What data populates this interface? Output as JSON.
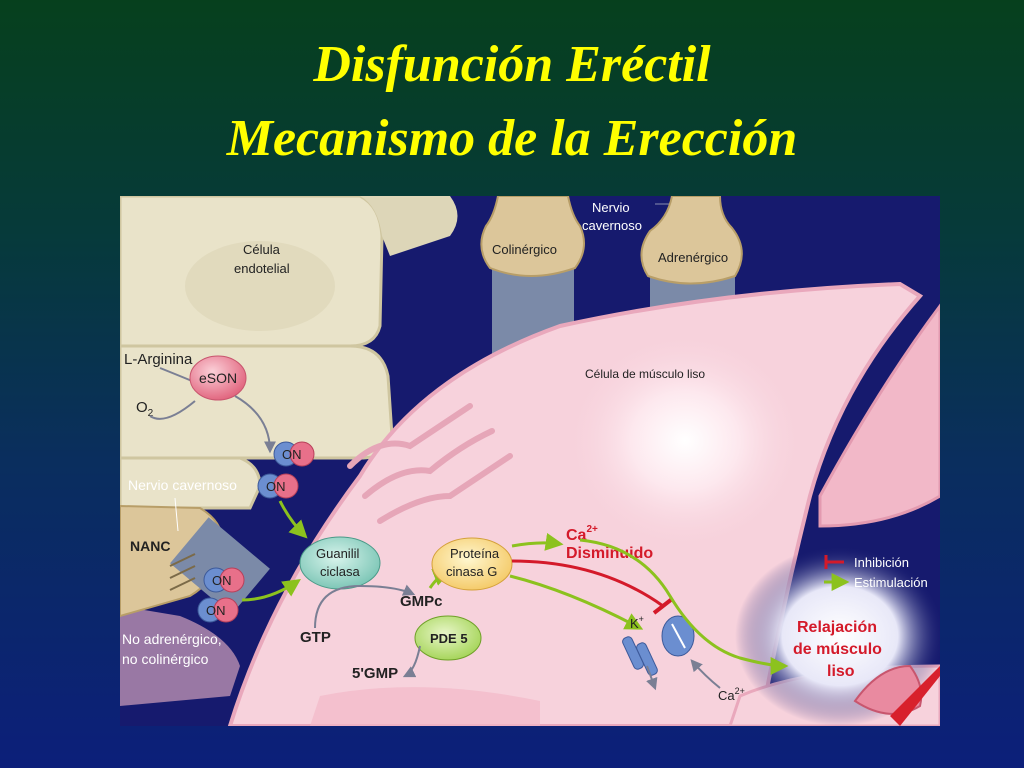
{
  "slide": {
    "title_line1": "Disfunción Eréctil",
    "title_line2": "Mecanismo de la Erección"
  },
  "diagram": {
    "labels": {
      "nervio_cavernoso_top_1": "Nervio",
      "nervio_cavernoso_top_2": "cavernoso",
      "colinergico": "Colinérgico",
      "adrenergico": "Adrenérgico",
      "celula_endotelial_1": "Célula",
      "celula_endotelial_2": "endotelial",
      "l_arginina": "L-Arginina",
      "esont": "eSON",
      "o2": "O",
      "o2_sub": "2",
      "on": "ON",
      "nervio_cavernoso_left": "Nervio cavernoso",
      "nanc": "NANC",
      "no_adrenergico_1": "No adrenérgico,",
      "no_adrenergico_2": "no colinérgico",
      "celula_musculo_liso": "Célula de músculo liso",
      "guanilil_1": "Guanilil",
      "guanilil_2": "ciclasa",
      "gtp": "GTP",
      "gmpc": "GMPc",
      "pde5": "PDE 5",
      "five_gmp": "5'GMP",
      "proteina_1": "Proteína",
      "proteina_2": "cinasa G",
      "ca": "Ca",
      "ca_sup": "2+",
      "disminuido": "Disminuido",
      "k": "K",
      "k_sup": "+",
      "ca_bottom": "Ca",
      "ca_bottom_sup": "2+",
      "inhibicion": "Inhibición",
      "estimulacion": "Estimulación",
      "relajacion_1": "Relajación",
      "relajacion_2": "de músculo",
      "relajacion_3": "liso"
    },
    "colors": {
      "background_panel": "#161a6e",
      "smooth_muscle": "#f7d2dc",
      "endothelial": "#e8e2c8",
      "nerve": "#dcc69a",
      "arrow_green": "#8cc21e",
      "inhibition_red": "#d8202c",
      "relaxation_text": "#d41a2a",
      "title": "#ffff00"
    }
  }
}
